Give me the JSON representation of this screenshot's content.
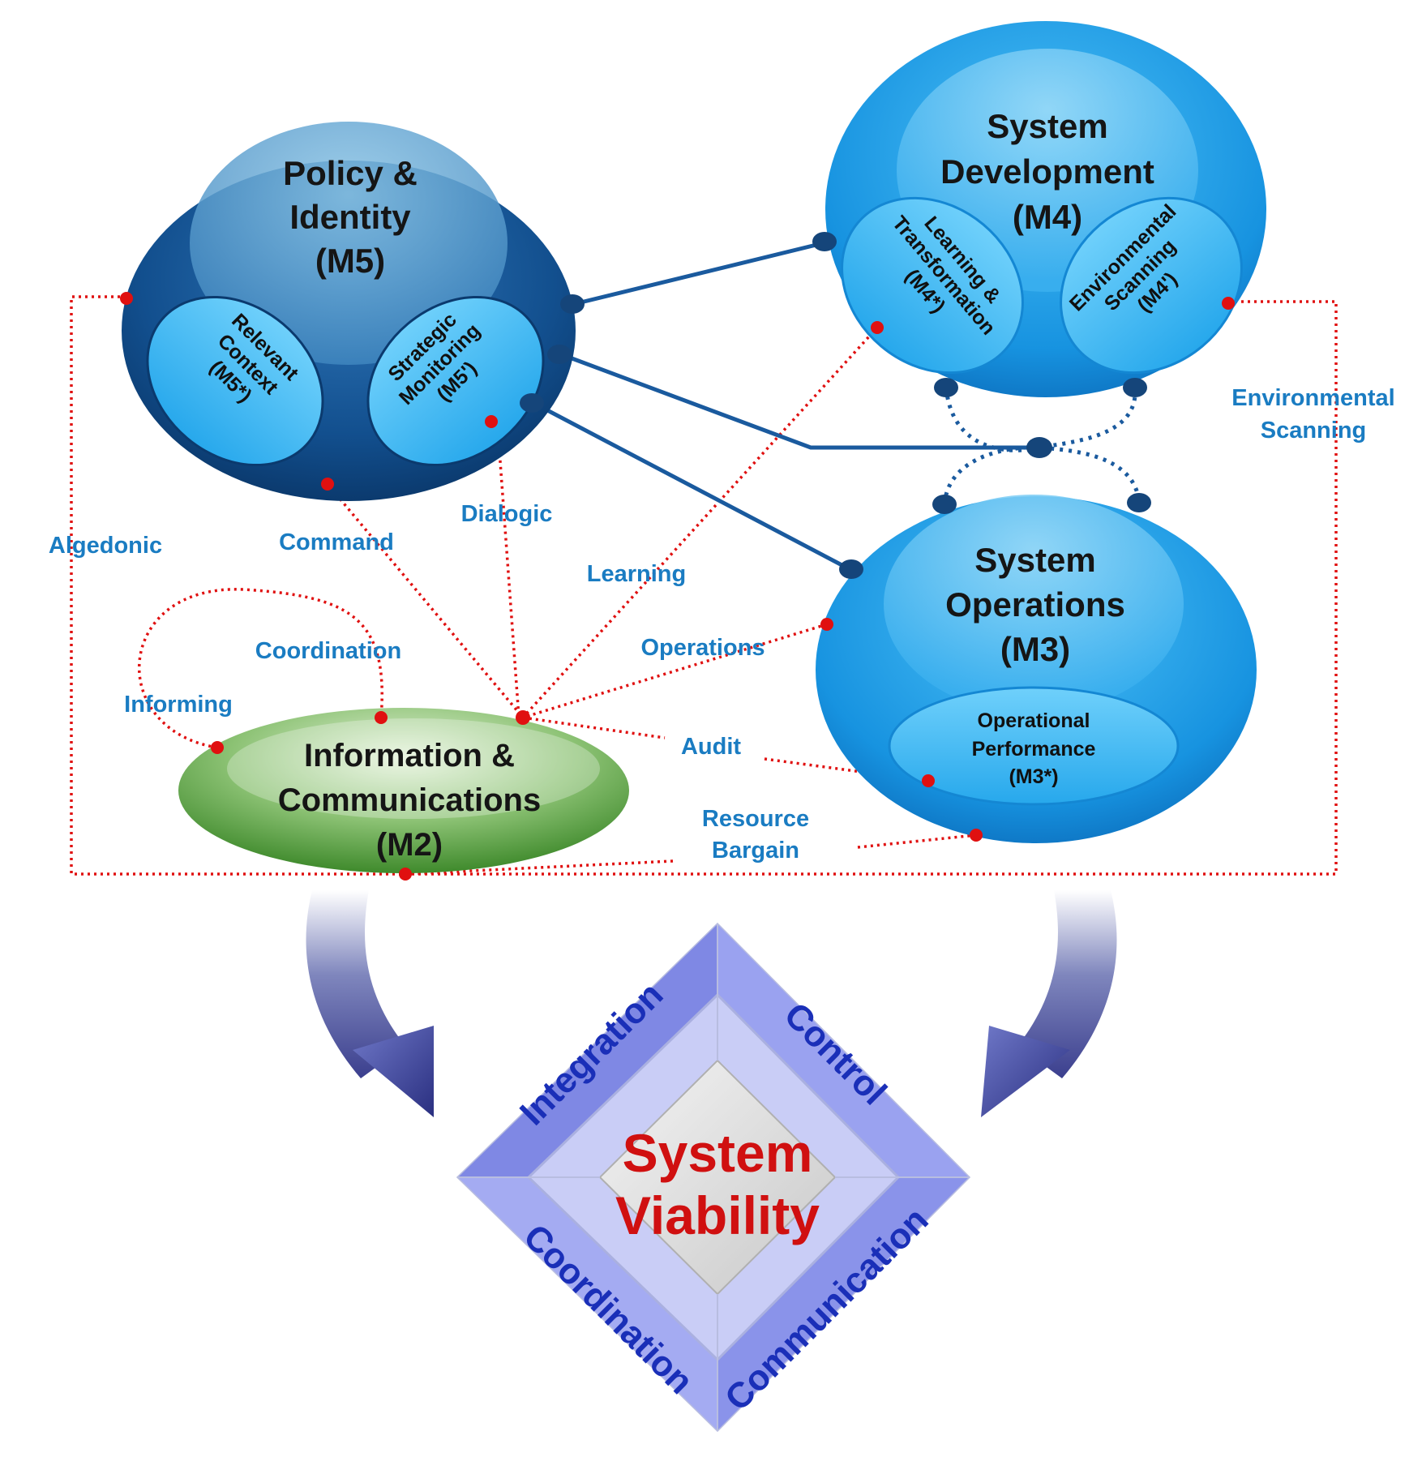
{
  "nodes": {
    "m5": {
      "title": [
        "Policy &",
        "Identity",
        "(M5)"
      ],
      "sub_left": [
        "Relevant",
        "Context",
        "(M5*)"
      ],
      "sub_right": [
        "Strategic",
        "Monitoring",
        "(M5')"
      ]
    },
    "m4": {
      "title": [
        "System",
        "Development",
        "(M4)"
      ],
      "sub_left": [
        "Learning &",
        "Transformation",
        "(M4*)"
      ],
      "sub_right": [
        "Environmental",
        "Scanning",
        "(M4')"
      ]
    },
    "m3": {
      "title": [
        "System",
        "Operations",
        "(M3)"
      ],
      "sub": [
        "Operational",
        "Performance",
        "(M3*)"
      ]
    },
    "m2": {
      "title": [
        "Information &",
        "Communications",
        "(M2)"
      ]
    }
  },
  "flow_labels": {
    "algedonic": "Algedonic",
    "command": "Command",
    "dialogic": "Dialogic",
    "learning": "Learning",
    "coordination": "Coordination",
    "informing": "Informing",
    "operations": "Operations",
    "audit": "Audit",
    "resource_bargain": [
      "Resource",
      "Bargain"
    ],
    "environmental_scanning": [
      "Environmental",
      "Scanning"
    ]
  },
  "viability": {
    "core": [
      "System",
      "Viability"
    ],
    "sides": {
      "top_left": "Integration",
      "top_right": "Control",
      "bottom_left": "Coordination",
      "bottom_right": "Communication"
    }
  },
  "colors": {
    "m5_dark": "#0f4c8c",
    "m4_m3_blue": "#1a9ae6",
    "sub_ellipse": "#33b5f0",
    "m2_green": "#4e9a3a",
    "connector": "#1a5a9e",
    "red_link": "#e01010",
    "flow_label": "#1a7cc2",
    "diamond_side_text": "#1a2fb8",
    "core_text": "#d01010"
  }
}
